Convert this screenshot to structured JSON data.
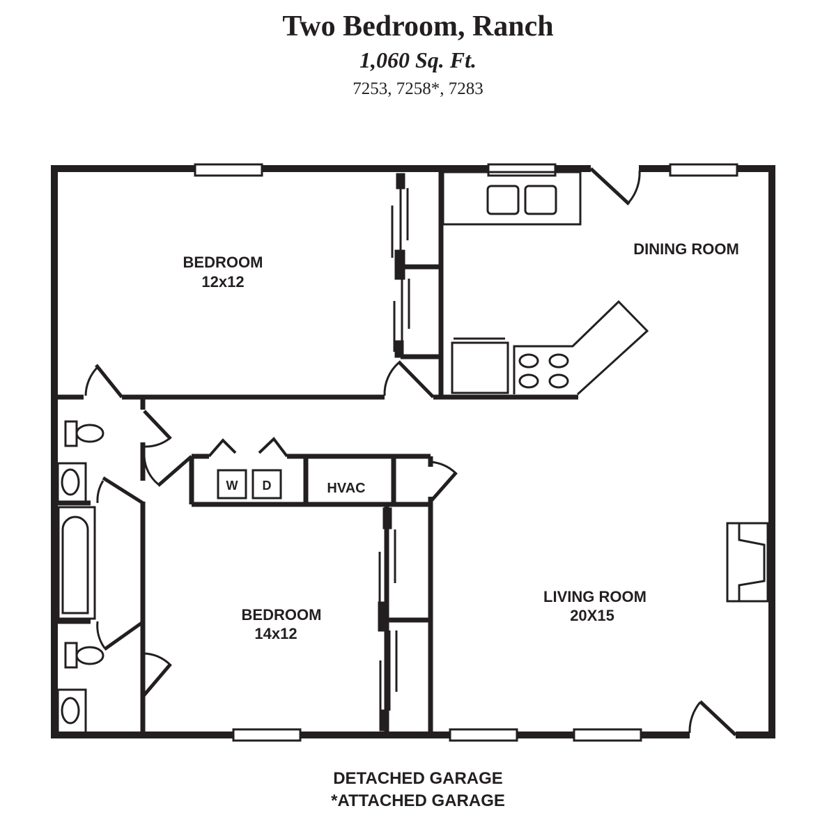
{
  "header": {
    "title": "Two Bedroom, Ranch",
    "square_footage": "1,060 Sq. Ft.",
    "unit_numbers": "7253, 7258*, 7283"
  },
  "rooms": {
    "bedroom_1": {
      "name": "BEDROOM",
      "size": "12x12"
    },
    "bedroom_2": {
      "name": "BEDROOM",
      "size": "14x12"
    },
    "dining_room": {
      "name": "DINING ROOM"
    },
    "living_room": {
      "name": "LIVING ROOM",
      "size": "20X15"
    },
    "hvac": {
      "name": "HVAC"
    },
    "washer": {
      "name": "W"
    },
    "dryer": {
      "name": "D"
    }
  },
  "footer": {
    "line1": "DETACHED GARAGE",
    "line2": "*ATTACHED GARAGE"
  },
  "colors": {
    "ink": "#231f20",
    "background": "#ffffff"
  }
}
